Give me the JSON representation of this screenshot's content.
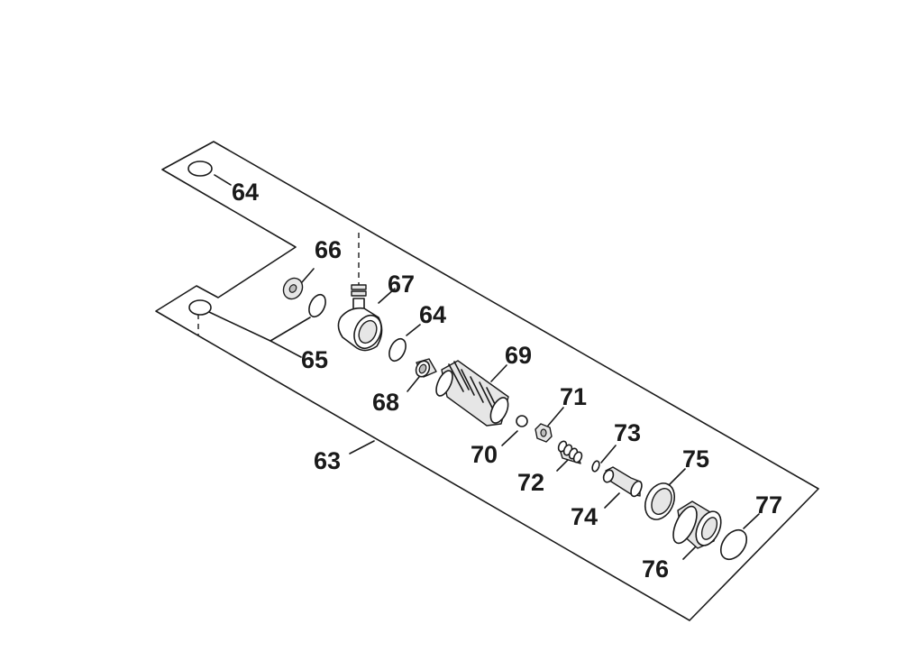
{
  "diagram": {
    "callouts": [
      {
        "id": "c64a",
        "number": "64"
      },
      {
        "id": "c66",
        "number": "66"
      },
      {
        "id": "c67",
        "number": "67"
      },
      {
        "id": "c64b",
        "number": "64"
      },
      {
        "id": "c65",
        "number": "65"
      },
      {
        "id": "c69",
        "number": "69"
      },
      {
        "id": "c68",
        "number": "68"
      },
      {
        "id": "c71",
        "number": "71"
      },
      {
        "id": "c73",
        "number": "73"
      },
      {
        "id": "c70",
        "number": "70"
      },
      {
        "id": "c63",
        "number": "63"
      },
      {
        "id": "c72",
        "number": "72"
      },
      {
        "id": "c75",
        "number": "75"
      },
      {
        "id": "c74",
        "number": "74"
      },
      {
        "id": "c77",
        "number": "77"
      },
      {
        "id": "c76",
        "number": "76"
      }
    ]
  }
}
